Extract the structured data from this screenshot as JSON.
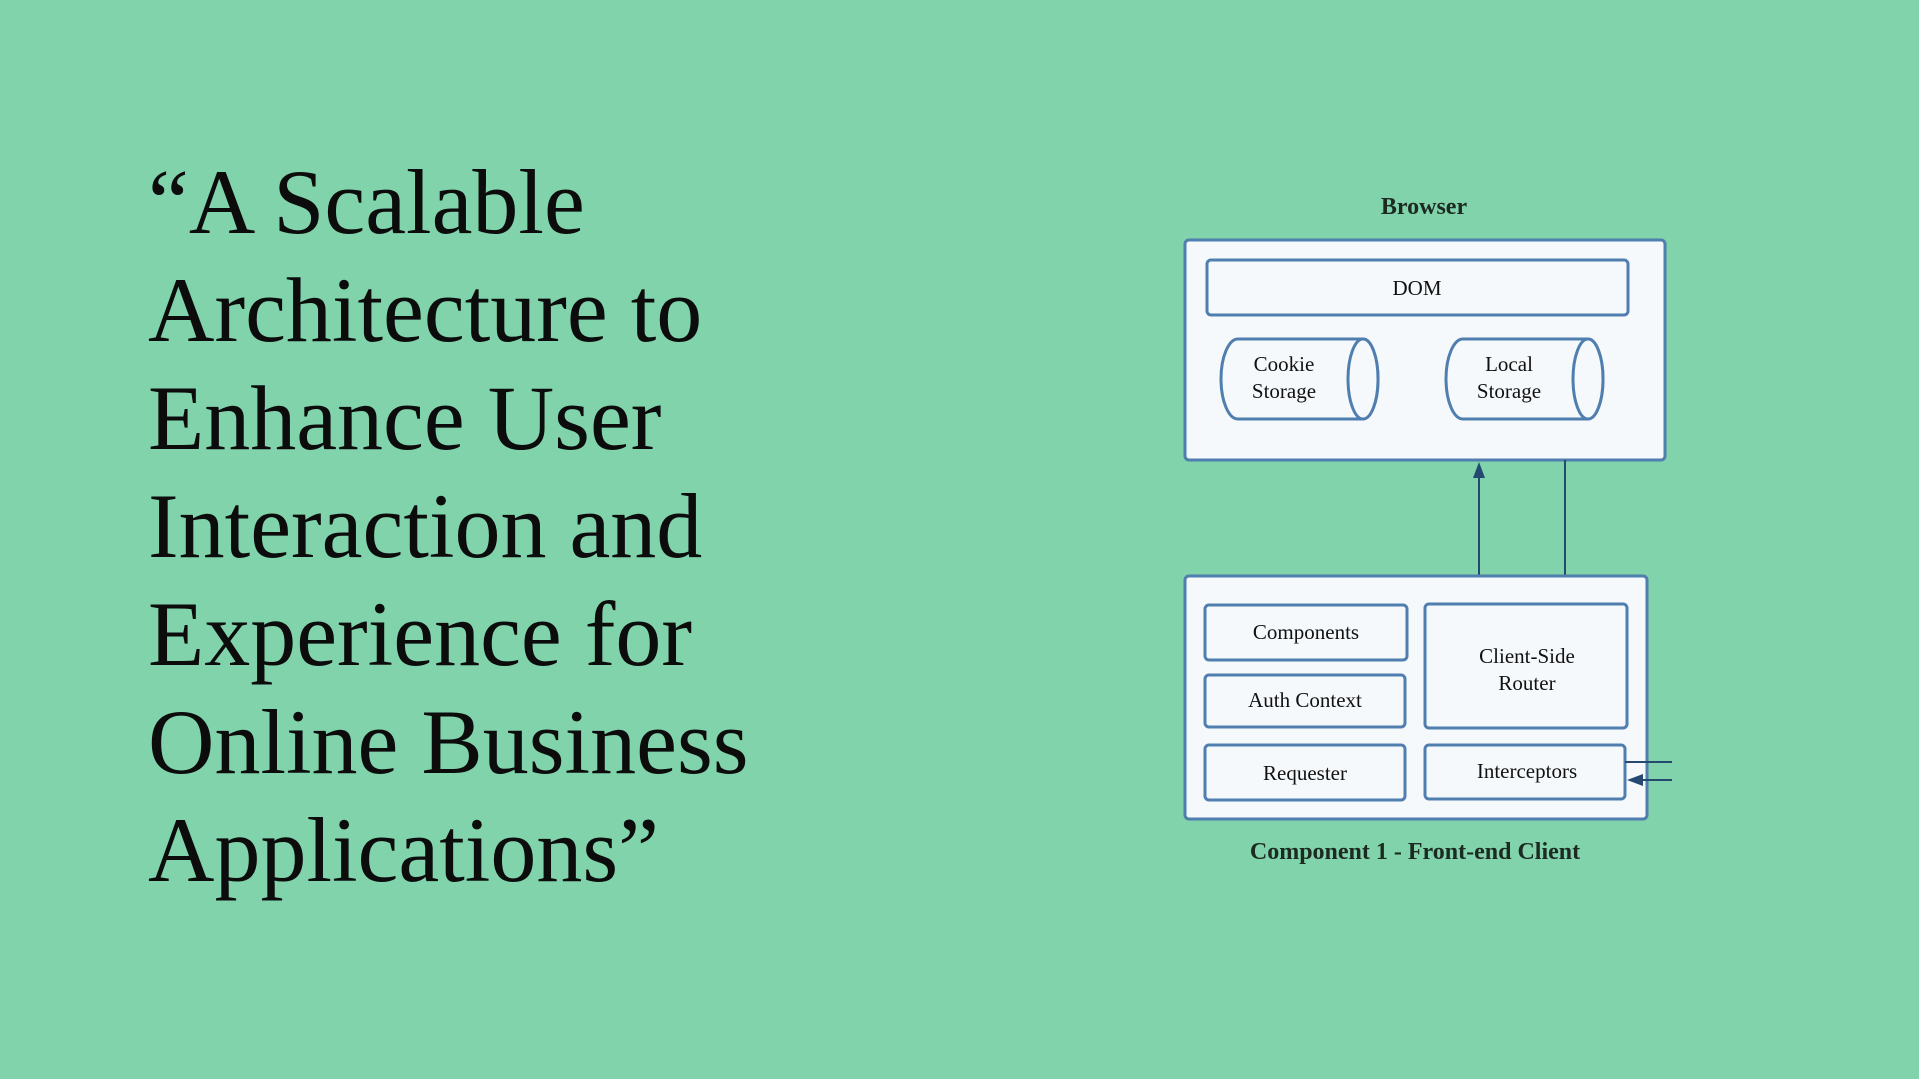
{
  "slide": {
    "background": "#80d3aa",
    "title_lines": [
      "“A Scalable",
      "Architecture to",
      "Enhance User",
      "Interaction and",
      "Experience for",
      "Online Business",
      "Applications”"
    ]
  },
  "diagram": {
    "browser": {
      "caption": "Browser",
      "dom": "DOM",
      "cookie_storage": [
        "Cookie",
        "Storage"
      ],
      "local_storage": [
        "Local",
        "Storage"
      ]
    },
    "client": {
      "caption": "Component 1 - Front-end Client",
      "components": "Components",
      "auth_context": "Auth Context",
      "requester": "Requester",
      "router": [
        "Client-Side",
        "Router"
      ],
      "interceptors": "Interceptors"
    },
    "colors": {
      "box_fill": "#f5f9fc",
      "box_stroke": "#4f7eaf",
      "arrow": "#244a72"
    }
  }
}
